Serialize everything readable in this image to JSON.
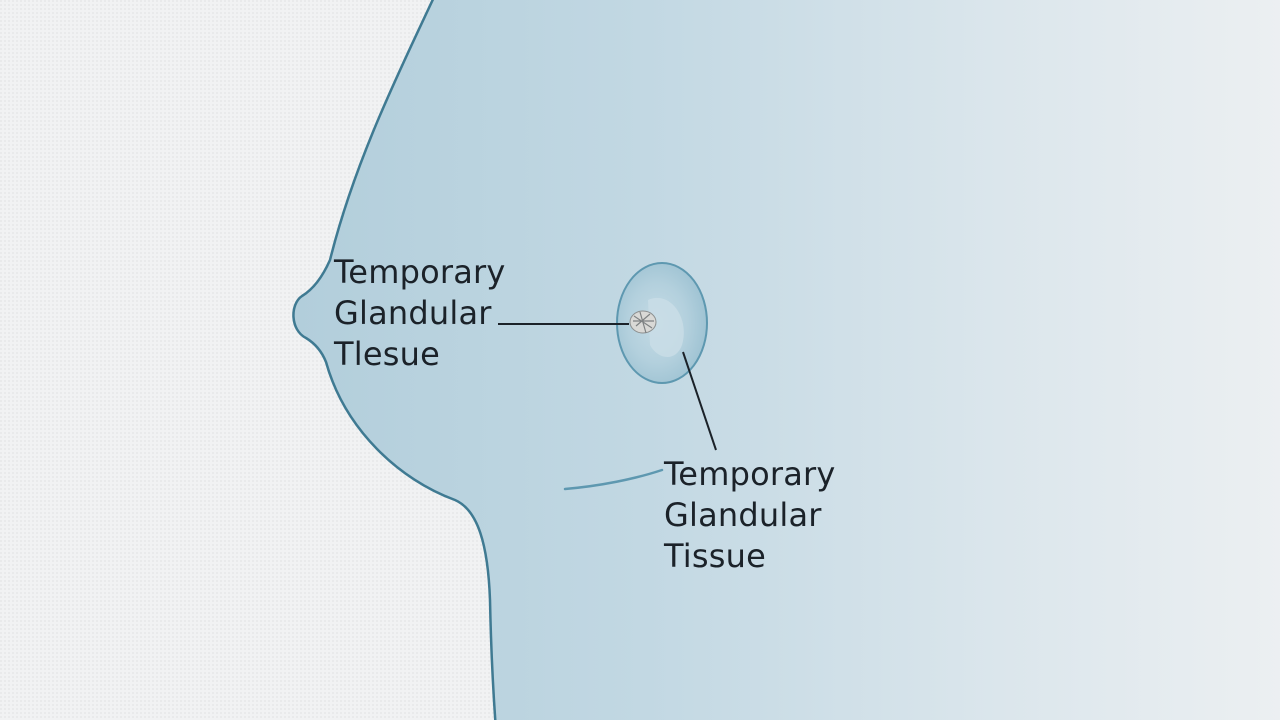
{
  "colors": {
    "background": "#f1f2f3",
    "body_fill_light": "#d6e3ea",
    "body_fill_dark": "#b2cedb",
    "outline": "#3f7a92",
    "areola_fill": "#a9c9d8",
    "areola_stroke": "#5e98b0",
    "leader_line": "#1b2229",
    "label_text": "#1b2229"
  },
  "labels": [
    {
      "lines": [
        "Temporary",
        "Glandular",
        "Tlesue"
      ]
    },
    {
      "lines": [
        "Temporary",
        "Glandular",
        "Tissue"
      ]
    }
  ]
}
